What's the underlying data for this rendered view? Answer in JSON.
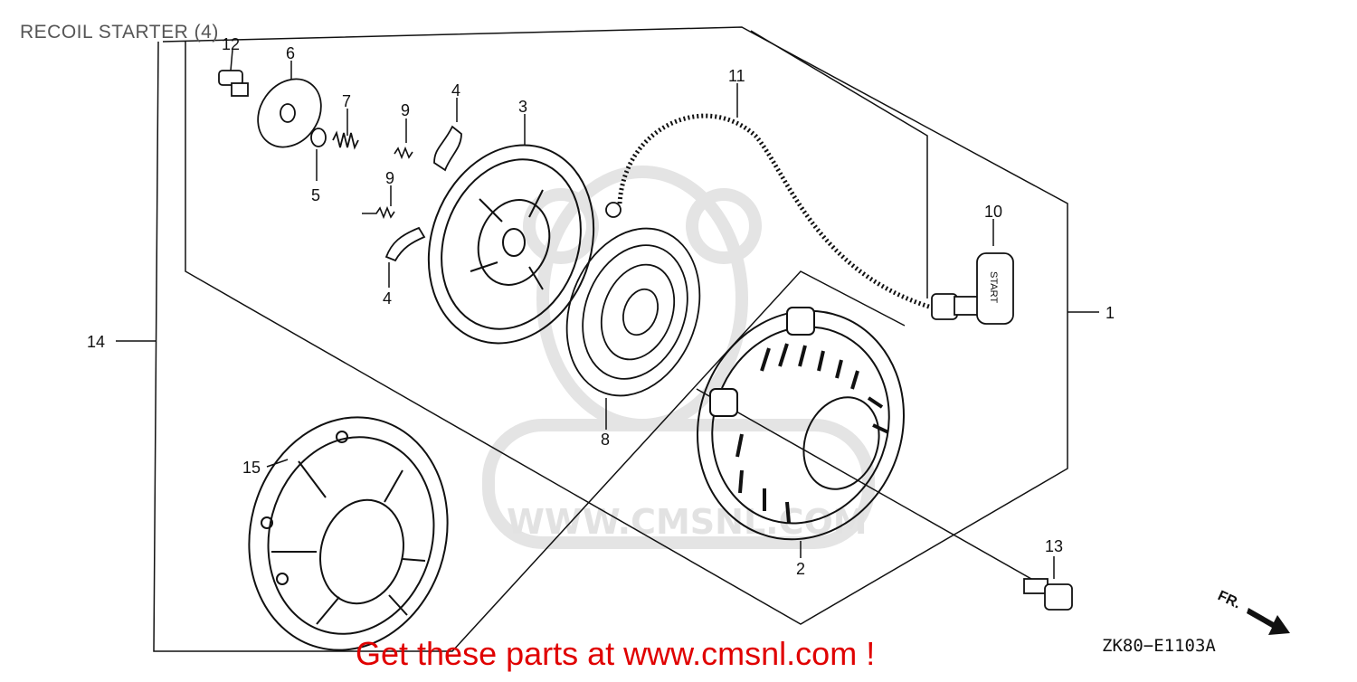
{
  "diagram": {
    "title": "RECOIL STARTER (4)",
    "drawing_code": "ZK80−E1103A",
    "cta": "Get these parts at www.cmsnl.com !",
    "watermark": "WWW.CMSNL.COM",
    "start_grip_text": "START",
    "front_label": "FR.",
    "callouts": [
      "1",
      "2",
      "3",
      "4",
      "4",
      "5",
      "6",
      "7",
      "8",
      "9",
      "9",
      "10",
      "11",
      "12",
      "13",
      "14",
      "15"
    ]
  },
  "colors": {
    "cta": "#e00000",
    "line": "#111111",
    "watermark": "#e6e6e6"
  }
}
